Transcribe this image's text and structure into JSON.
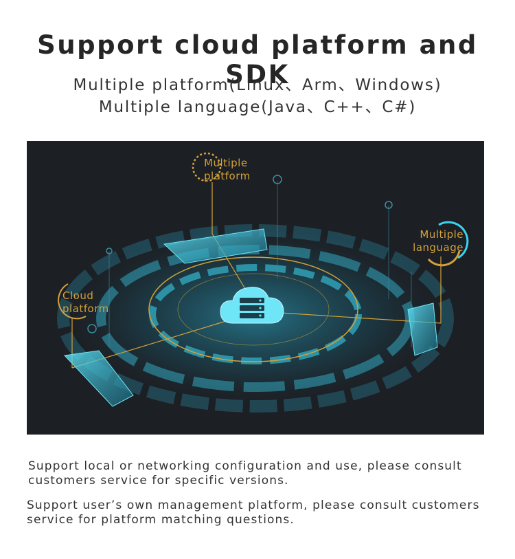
{
  "title": "Support cloud platform and SDK",
  "subtitle_platforms": "Multiple platform(Linux、Arm、Windows)",
  "subtitle_languages": "Multiple language(Java、C++、C#)",
  "hero": {
    "label_multiple_platform": "Multiple\nplatform",
    "label_multiple_language": "Multiple\nlanguage",
    "label_cloud_platform": "Cloud\nplatform",
    "center_icon": "cloud-server-icon",
    "colors": {
      "background": "#1c1f24",
      "accent_cyan": "#38d3f0",
      "accent_gold": "#d4a23a"
    }
  },
  "paragraphs": [
    "Support local or networking configuration and use, please consult customers service for specific versions.",
    "Support user’s own management platform, please consult customers service for platform matching questions."
  ]
}
